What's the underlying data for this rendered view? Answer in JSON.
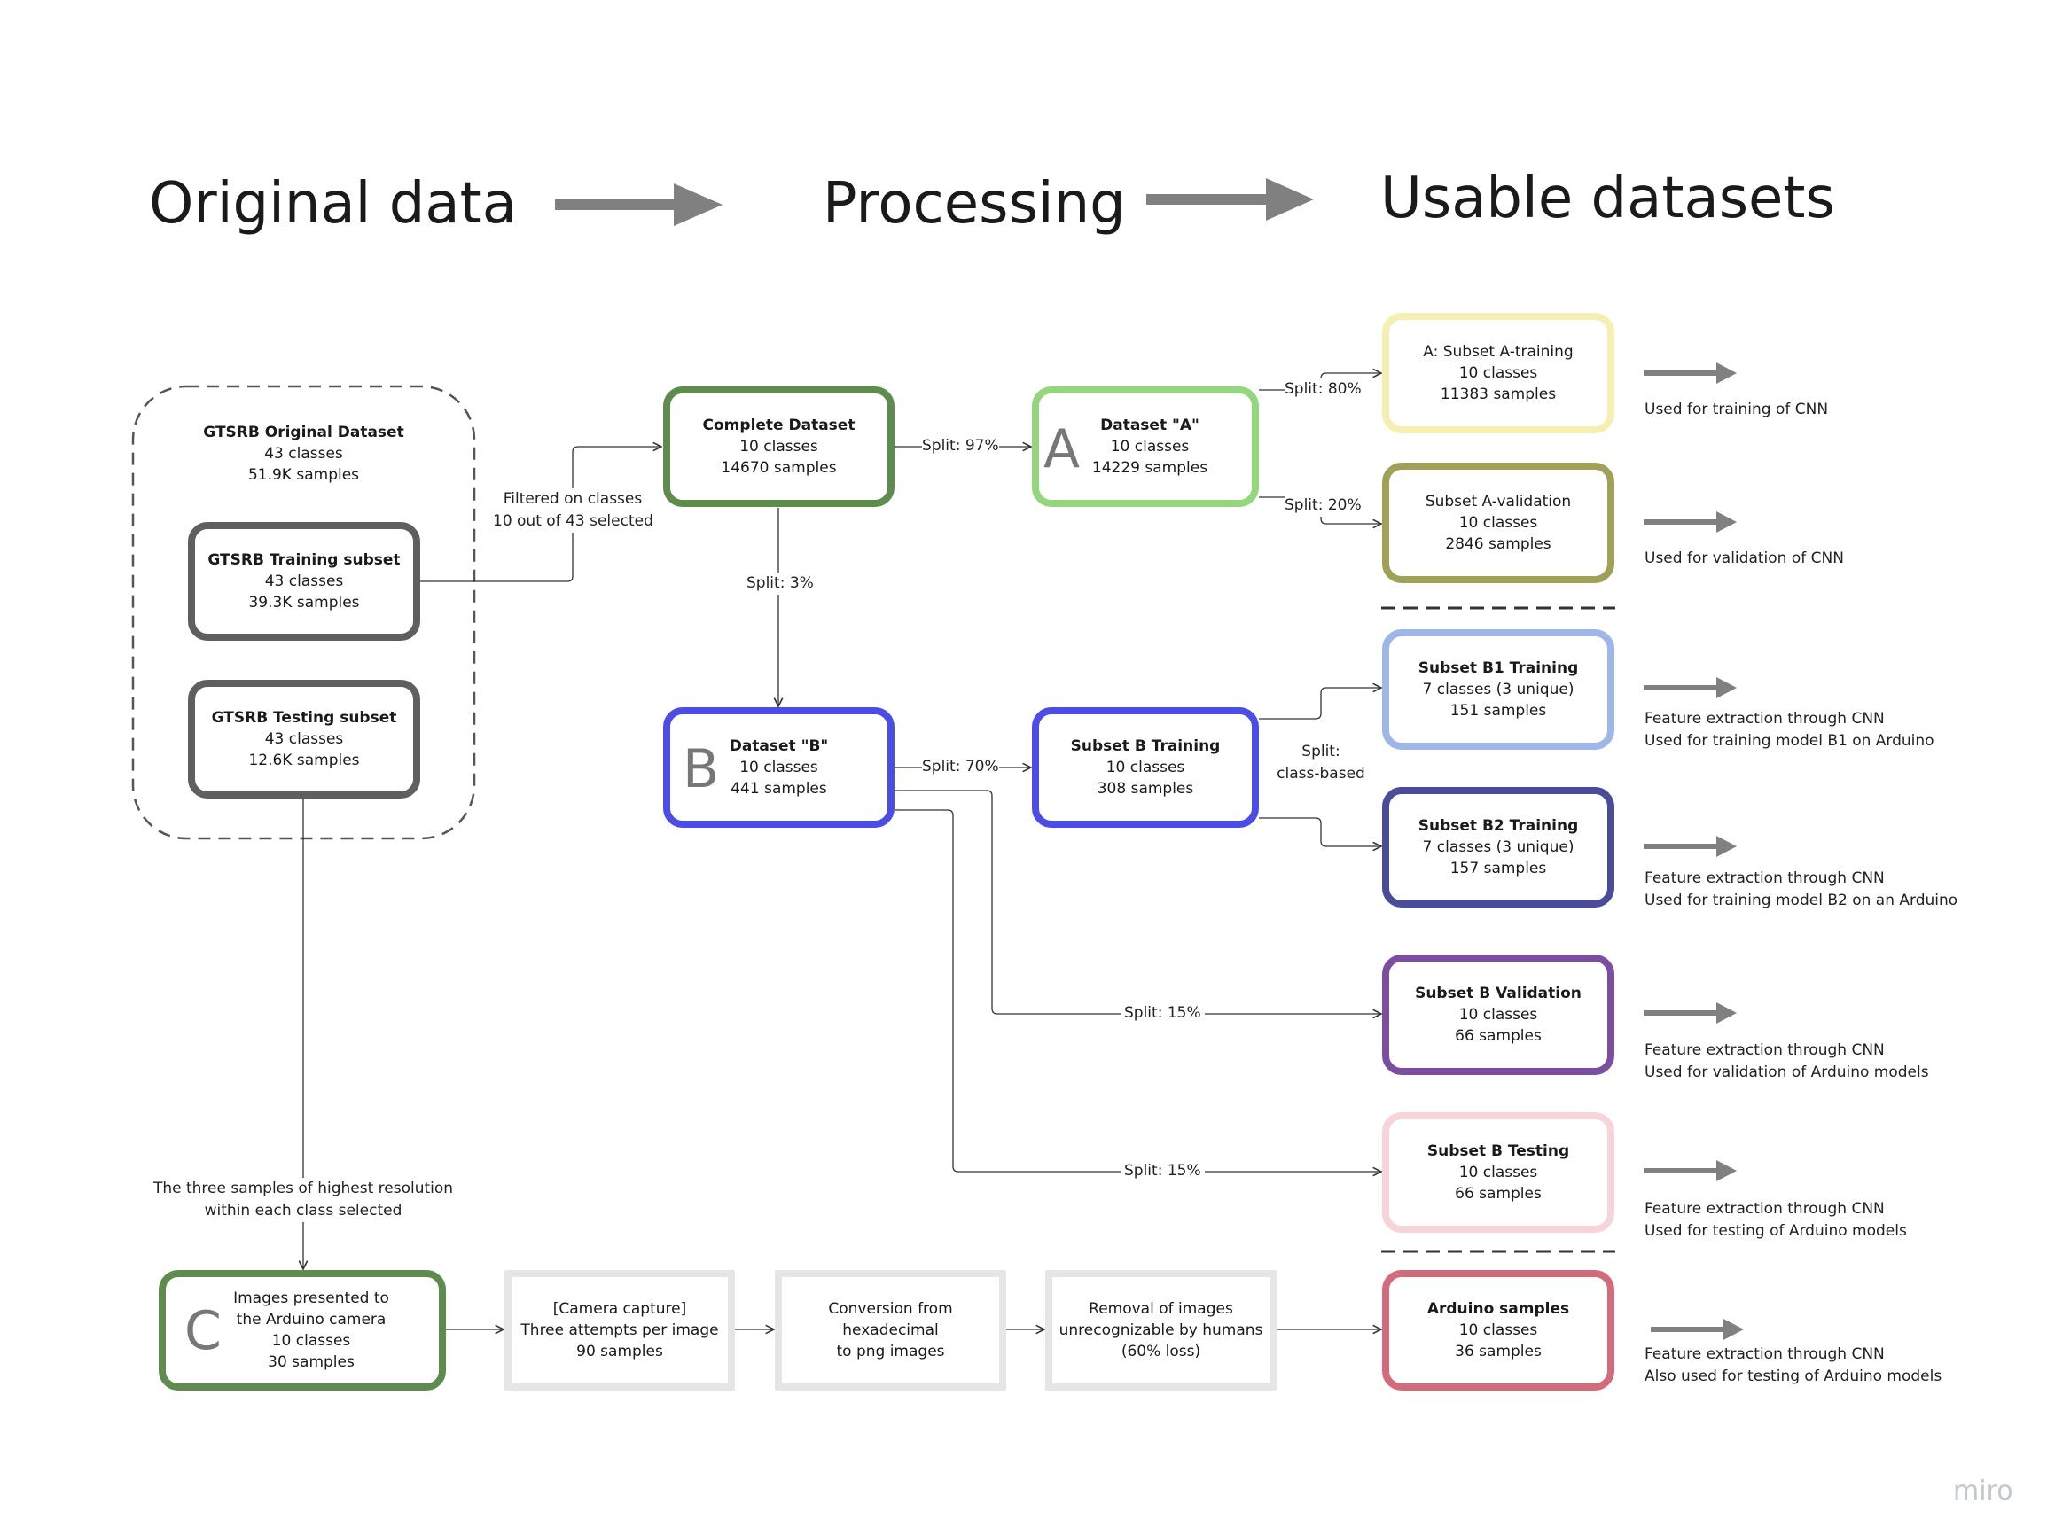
{
  "headers": {
    "original": "Original data",
    "processing": "Processing",
    "usable": "Usable datasets"
  },
  "nodes": {
    "gtsrb_original": {
      "title": "GTSRB Original Dataset",
      "line1": "43 classes",
      "line2": "51.9K samples"
    },
    "gtsrb_training": {
      "title": "GTSRB Training subset",
      "line1": "43 classes",
      "line2": "39.3K samples"
    },
    "gtsrb_testing": {
      "title": "GTSRB Testing subset",
      "line1": "43 classes",
      "line2": "12.6K samples"
    },
    "complete": {
      "title": "Complete Dataset",
      "line1": "10 classes",
      "line2": "14670 samples"
    },
    "dataset_a": {
      "letter": "A",
      "title": "Dataset \"A\"",
      "line1": "10 classes",
      "line2": "14229 samples"
    },
    "dataset_b": {
      "letter": "B",
      "title": "Dataset \"B\"",
      "line1": "10 classes",
      "line2": "441 samples"
    },
    "subset_b_training": {
      "title": "Subset B Training",
      "line1": "10 classes",
      "line2": "308 samples"
    },
    "subset_a_training": {
      "title": "A: Subset A-training",
      "line1": "10 classes",
      "line2": "11383 samples"
    },
    "subset_a_validation": {
      "title": "Subset A-validation",
      "line1": "10 classes",
      "line2": "2846 samples"
    },
    "subset_b1_training": {
      "title": "Subset B1 Training",
      "line1": "7 classes (3 unique)",
      "line2": "151 samples"
    },
    "subset_b2_training": {
      "title": "Subset B2 Training",
      "line1": "7 classes (3 unique)",
      "line2": "157 samples"
    },
    "subset_b_validation": {
      "title": "Subset B Validation",
      "line1": "10 classes",
      "line2": "66 samples"
    },
    "subset_b_testing": {
      "title": "Subset B Testing",
      "line1": "10 classes",
      "line2": "66 samples"
    },
    "arduino_samples": {
      "title": "Arduino samples",
      "line1": "10 classes",
      "line2": "36 samples"
    },
    "images_presented": {
      "letter": "C",
      "line1": "Images presented to",
      "line2": "the Arduino camera",
      "line3": "10 classes",
      "line4": "30 samples"
    },
    "camera_capture": {
      "line1": "[Camera capture]",
      "line2": "Three attempts per image",
      "line3": "90 samples"
    },
    "conversion": {
      "line1": "Conversion from hexadecimal",
      "line2": "to png images"
    },
    "removal": {
      "line1": "Removal of images",
      "line2": "unrecognizable by humans",
      "line3": "(60% loss)"
    }
  },
  "edge_labels": {
    "filtered_1": "Filtered on classes",
    "filtered_2": "10 out of 43 selected",
    "split_97": "Split: 97%",
    "split_3": "Split: 3%",
    "split_80": "Split: 80%",
    "split_20": "Split: 20%",
    "split_70": "Split: 70%",
    "split_class_1": "Split:",
    "split_class_2": "class-based",
    "split_15_a": "Split: 15%",
    "split_15_b": "Split: 15%",
    "highest_res_1": "The three samples of highest resolution",
    "highest_res_2": "within each class selected"
  },
  "usages": {
    "a_training": {
      "line1": "Used for training of CNN"
    },
    "a_validation": {
      "line1": "Used for validation of CNN"
    },
    "b1": {
      "line1": "Feature extraction through CNN",
      "line2": "Used for training model B1 on Arduino"
    },
    "b2": {
      "line1": "Feature extraction through CNN",
      "line2": "Used for training model B2 on an Arduino"
    },
    "b_validation": {
      "line1": "Feature extraction through CNN",
      "line2": "Used for validation of Arduino models"
    },
    "b_testing": {
      "line1": "Feature extraction through CNN",
      "line2": "Used for testing of Arduino models"
    },
    "arduino": {
      "line1": "Feature extraction through CNN",
      "line2": "Also used for testing of Arduino models"
    }
  },
  "watermark": "miro",
  "colors": {
    "dark_gray": "#5f5f5f",
    "green_dark": "#5e8c4e",
    "green_light": "#93d67c",
    "blue": "#4b4de6",
    "yellow": "#f5efb2",
    "olive": "#9ea157",
    "light_blue": "#9eb7e8",
    "navy": "#4a4c9a",
    "purple": "#7c4ea2",
    "pink": "#f6d4da",
    "rose": "#d36b7a",
    "light_gray": "#e6e6e6",
    "arrow_gray": "#808080"
  }
}
